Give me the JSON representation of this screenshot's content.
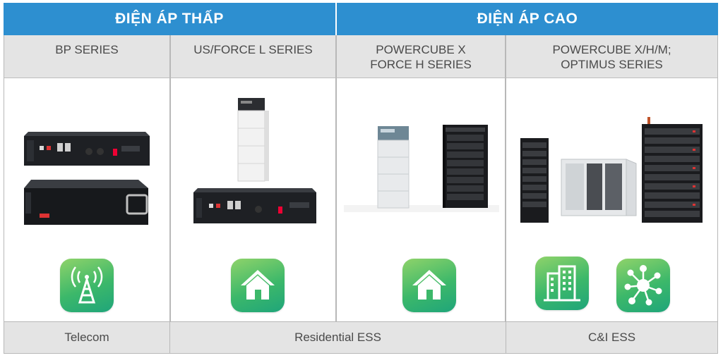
{
  "headers": {
    "low_voltage": "ĐIỆN ÁP THẤP",
    "high_voltage": "ĐIỆN ÁP CAO"
  },
  "series": {
    "bp": "BP SERIES",
    "us_force_l": "US/FORCE L SERIES",
    "powercube_x_line1": "POWERCUBE X",
    "powercube_x_line2": "FORCE H SERIES",
    "powercube_xhm_line1": "POWERCUBE X/H/M;",
    "powercube_xhm_line2": "OPTIMUS SERIES"
  },
  "applications": {
    "telecom": "Telecom",
    "residential": "Residential ESS",
    "ci": "C&I ESS"
  },
  "icons": {
    "telecom": "antenna-tower-icon",
    "home": "house-icon",
    "building": "office-building-icon",
    "network": "network-hub-icon"
  },
  "colors": {
    "header_blue": "#2d8fd0",
    "icon_green": "#3cb86a",
    "panel_grey": "#e4e4e4"
  }
}
